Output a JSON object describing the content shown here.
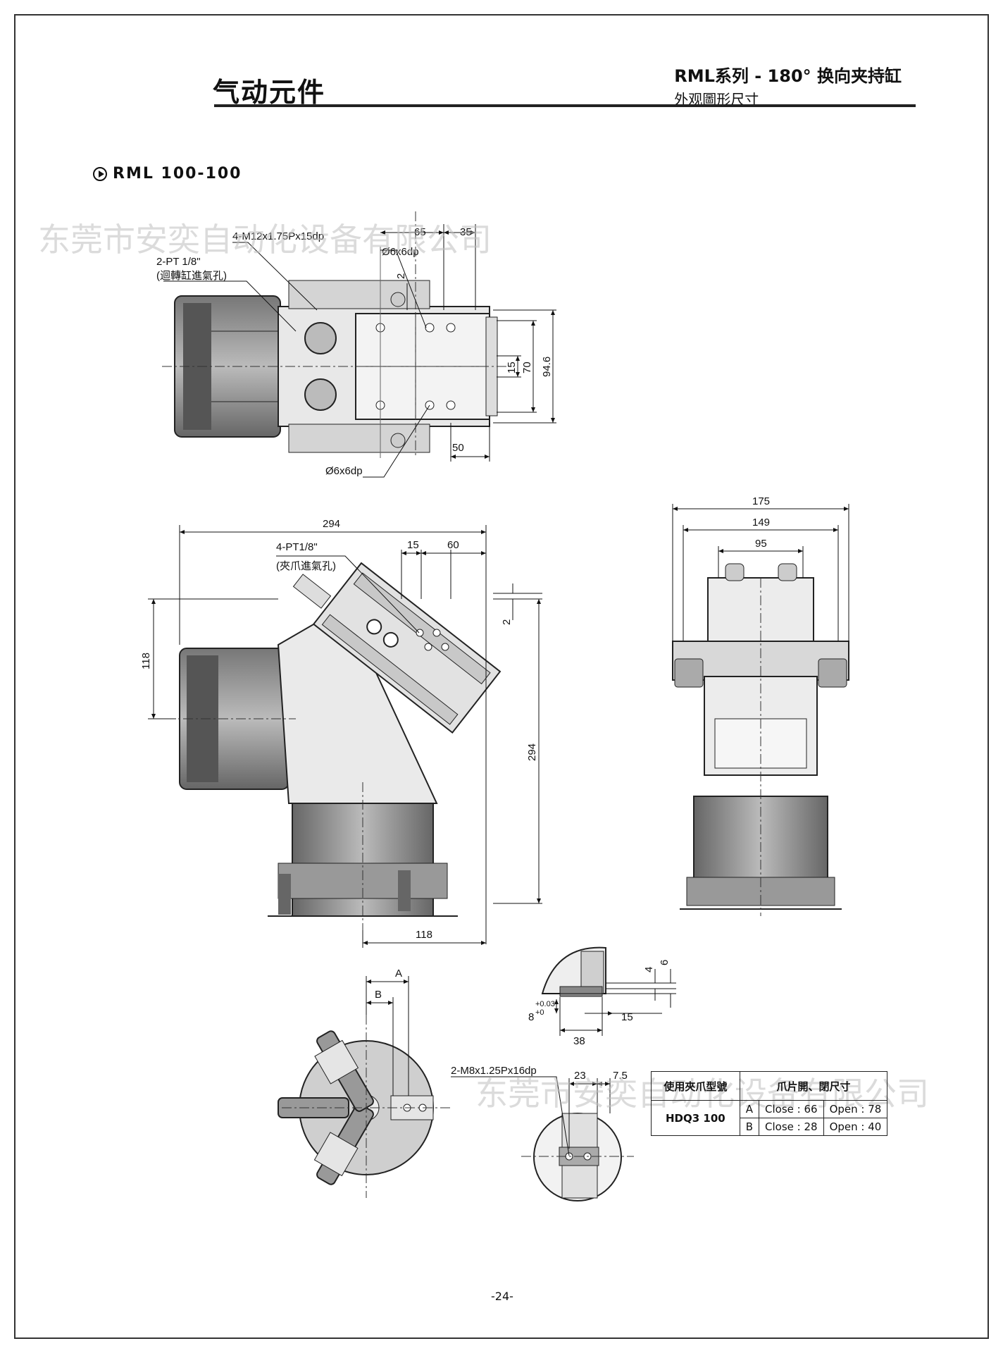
{
  "header": {
    "category": "气动元件",
    "series": "RML系列 - 180° 换向夹持缸",
    "subtitle": "外观圖形尺寸"
  },
  "model": "RML 100-100",
  "watermark": "东莞市安奕自动化设备有限公司",
  "top_view": {
    "callout_thread": "4-M12x1.75Px15dp",
    "callout_pin_top": "Ø6x6dp",
    "callout_port": "2-PT 1/8\"",
    "callout_port_note": "(迴轉缸進氣孔)",
    "callout_pin_bottom": "Ø6x6dp",
    "dims": [
      "65",
      "35",
      "2",
      "15",
      "70",
      "94.6",
      "50"
    ]
  },
  "side_view": {
    "callout_port": "4-PT1/8\"",
    "callout_port_note": "(夾爪進氣孔)",
    "dims": [
      "294",
      "15",
      "60",
      "118",
      "2",
      "294",
      "118"
    ]
  },
  "front_view": {
    "dims": [
      "175",
      "149",
      "95"
    ]
  },
  "jaw_view": {
    "dims": [
      "A",
      "B"
    ]
  },
  "detail_top": {
    "dims": [
      "4",
      "6",
      "8",
      "+0.03",
      "+0",
      "15",
      "38"
    ]
  },
  "detail_bottom": {
    "callout_thread": "2-M8x1.25Px16dp",
    "dims": [
      "23",
      "7.5"
    ]
  },
  "table": {
    "col1_header": "使用夾爪型號",
    "col2_header": "爪片開、閉尺寸",
    "model": "HDQ3 100",
    "rows": [
      {
        "key": "A",
        "close": "Close : 66",
        "open": "Open : 78"
      },
      {
        "key": "B",
        "close": "Close : 28",
        "open": "Open : 40"
      }
    ]
  },
  "page_number": "-24-"
}
